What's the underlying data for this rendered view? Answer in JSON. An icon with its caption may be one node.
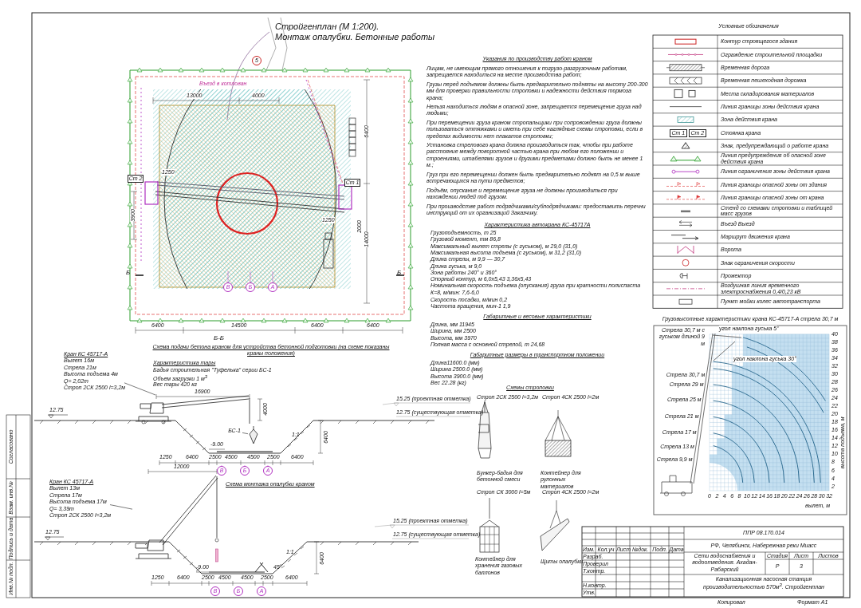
{
  "diagram": {
    "title": "Стройгенплан (М 1:200). Монтаж опалубки. Бетонные работы",
    "nodes": [
      {
        "text": [
          "Ст 2"
        ]
      },
      {
        "text": [
          "Ст 1"
        ]
      },
      {
        "text": [
          "5"
        ]
      },
      {
        "text": [
          "В"
        ]
      },
      {
        "text": [
          "Б"
        ]
      },
      {
        "text": [
          "А"
        ]
      },
      {
        "text": [
          "Кран КС 45717-А",
          "Вылет 16м",
          "Стрела 21м",
          "Высота подъема 4м",
          "Q= 2,02т",
          "Строп 2СК 2500 l=3,2м"
        ]
      },
      {
        "text": [],
        "shape": "picture"
      },
      {
        "text": [
          "БС-1"
        ]
      },
      {
        "text": [],
        "shape": "picture"
      },
      {
        "text": [
          "В"
        ]
      },
      {
        "text": [
          "Б"
        ]
      },
      {
        "text": [
          "А"
        ]
      },
      {
        "text": [
          "Кран КС 45717-А",
          "Вылет 13м",
          "Стрела 17м",
          "Высота подъема 17м",
          "Q= 3,39т",
          "Строп 2СК 2500 l=3,2м"
        ]
      },
      {
        "text": [],
        "shape": "picture"
      },
      {
        "text": [
          "В"
        ]
      },
      {
        "text": [
          "Б"
        ]
      },
      {
        "text": [
          "А"
        ]
      }
    ],
    "edges": [
      {
        "from": 6,
        "to": 7,
        "arrow": "none"
      },
      {
        "from": 8,
        "to": 9,
        "arrow": "none"
      },
      {
        "from": 13,
        "to": 14,
        "arrow": "none"
      }
    ],
    "labels": [
      "Указания по производству работ краном",
      "Лицам, не имеющим прямого отношения к погрузо-разгрузочным работам, запрещается находиться на месте производства работ;",
      "Грузы перед подъемом должны быть предварительно подняты на высоту 200-300 мм для проверки правильности строповки и надежности действия тормоза крана;",
      "Нельзя находиться людям в опасной зоне, запрещается перемещение груза над людьми;",
      "При перемещении груза краном стропальщики при сопровождении груза должны пользоваться оттяжками и иметь при себе наглядные схемы строповки, если в пределах видимости нет плакатов строповки;",
      "Установка стрелового крана должна производиться так, чтобы при работе расстояние между поворотной частью крана при любом его положении и строениями, штабелями грузов и другими предметами должно быть не менее 1 м.;",
      "Груз при его перемещении должен быть предварительно поднят на 0,5 м выше встречающихся на пути предметов;",
      "Подъём, опускание и перемещение груза не должны производиться при нахождении людей под грузом.",
      "При производстве работ подрядчиками/субподрядчиками: предоставить перечни инструкций от их организаций Заказчику.",
      "Характеристика автокрана КС-45717А",
      "Грузоподъемность, т 25",
      "Грузовой момент, тм 86,8",
      "Максимальный вылет стрелы (с гуськом), м 29,0 (31,0)",
      "Максимальная высота подъема (с гуськом), м 31,2 (31,0)",
      "Длина стрелы, м 9,9 — 30,7",
      "Длина гуська, м 9,0",
      "Зона работы 240° и 360°",
      "Опорный контур, м 6,0х5,43 3,36х5,43",
      "Номинальная скорость подъема (опускания) груза при кратности полиспаста К=8, м/мин: 7,6-6,0",
      "Скорость посадки, м/мин 0,2",
      "Частота вращения, мин-1 1,9",
      "Габаритные и весовые характеристики",
      "Длина, мм 11945",
      "Ширина, мм 2500",
      "Высота, мм 3970",
      "Полная масса с основной стрелой, т 24,68",
      "Габаритные размеры в транспортном положении",
      "Длина11600.0 (мм)",
      "Ширина 2500.0 (мм)",
      "Высота 3900.0 (мм)",
      "Вес 22.28 (кг)",
      "Условные обозначения",
      "Схемы строповки",
      "Строп 2СК 2500 l=3,2м",
      "Строп 4СК 2500 l=2м",
      "Бункер-бадья для бетонной смеси",
      "Контейнер для рулонных материалов",
      "Строп СК 3000 l=5м",
      "Строп 4СК 2500 l=2м",
      "Контейнер для хранения газовых баллонов",
      "Щиты опалубки",
      "Грузовысотные характеристики крана КС-45717-А стрела 30,7 м",
      "2",
      "4",
      "6",
      "8",
      "10",
      "12",
      "14",
      "16",
      "18",
      "20",
      "22",
      "24",
      "26",
      "28",
      "30",
      "32",
      "34",
      "36",
      "38",
      "40",
      "0",
      "2",
      "4",
      "6",
      "8",
      "10",
      "12",
      "14",
      "16",
      "18",
      "20",
      "22",
      "24",
      "26",
      "28",
      "30",
      "32",
      "вылет, м",
      "высота подъема, м",
      "Стрела 9,9 м",
      "Стрела 13 м",
      "Стрела 17 м",
      "Стрела 21 м",
      "Стрела 25 м",
      "Стрела 29 м",
      "Стрела 30,7 м",
      "Стрела 30,7 м с гуськом длиной 9 м",
      "угол наклона гуська 5°",
      "угол наклона гуська 30°",
      "ППР 08.170.014",
      "РФ, Челябинск, Набережная реки Миасс",
      "Сети водоснабжения и водоотведения. Ахадан-Рабарский",
      "Стадия",
      "Лист",
      "Листов",
      "Р",
      "3",
      "Канализационная насосная станция производительностью 570м$^{3}$. Стройгенплан",
      "Изм.",
      "Кол.уч",
      "Лист",
      "№док.",
      "Подп.",
      "Дата",
      "Разраб.",
      "Проверил",
      "Т.контр.",
      "Н.контр.",
      "Утв.",
      "Копировал",
      "Формат А1",
      "Согласовано",
      "Взам. инв.№",
      "Подпись и дата",
      "Инв.№ подл.",
      "Въезд в котлован",
      "13000",
      "4000",
      "1250",
      "3900",
      "1250",
      "2000",
      "6400",
      "14000",
      "6400",
      "14500",
      "6400",
      "6400",
      "Б",
      "Б",
      "Б-Б",
      "Схема подачи бетона краном для устройства бетонной подготовки (на схеме показаны краны положения)",
      "Характеристика тары",
      "Бадья строительная \"Туфелька\" серии БС-1",
      "Объем загрузки 1 м$^{3}$",
      "Вес тары 420 кг",
      "16900",
      "4000",
      "12.75",
      "15.25 (проектная отметка)",
      "12.75 (существующая отметка)",
      "-9.00",
      "1:1",
      "6400",
      "1250",
      "6400",
      "2500",
      "4500",
      "4500",
      "2500",
      "6400",
      "12000",
      "Схема монтажа опалубки краном",
      "12.75",
      "15.25 (проектная отметка)",
      "12.75 (существующая отметка)",
      "-9.00",
      "1:1",
      "45°",
      "6400",
      "1250",
      "6400",
      "2500",
      "4500",
      "4500",
      "2500",
      "6400",
      "Ст 1",
      "Ст 2"
    ],
    "legend": [
      {
        "text": "Контур строящегося здания"
      },
      {
        "text": "Ограждение строительной площадки"
      },
      {
        "text": "Временная дорога"
      },
      {
        "text": "Временная пешеходная дорожка"
      },
      {
        "text": "Места складирования материалов"
      },
      {
        "text": "Линия границы зоны действия крана"
      },
      {
        "text": "Зона действия крана"
      },
      {
        "text": "Стоянка крана"
      },
      {
        "text": "Знак, предупреждающий о работе крана"
      },
      {
        "text": "Линия предупреждения об опасной зоне действия крана"
      },
      {
        "text": "Линия ограничения зоны действия крана"
      },
      {
        "text": "Линия границы опасной зоны от здания"
      },
      {
        "text": "Линия границы опасной зоны от крана"
      },
      {
        "text": "Стенд со схемами строповки и таблицей масс грузов"
      },
      {
        "text": "Въезд Выезд"
      },
      {
        "text": "Маршрут движения крана"
      },
      {
        "text": "Ворота"
      },
      {
        "text": "Знак ограничения скорости"
      },
      {
        "text": "Прожектор"
      },
      {
        "text": "Воздушная линия временного электроснабжения 0,4/0,23 кВ"
      },
      {
        "text": "Пункт мойки колес автотранспорта"
      }
    ]
  }
}
